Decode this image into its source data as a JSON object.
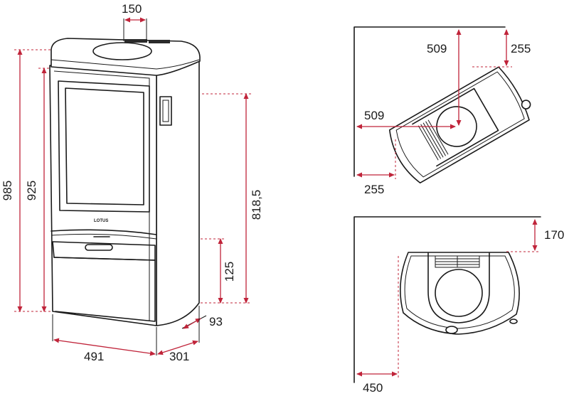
{
  "colors": {
    "dimension": "#c0243a",
    "outline": "#1a1a1a"
  },
  "brand": {
    "logo": "LOTUS"
  },
  "front_view": {
    "dim_top": "150",
    "dim_total_height": "985",
    "dim_body_height": "925",
    "dim_side_height": "818,5",
    "dim_outlet_height": "125",
    "dim_depth_offset": "93",
    "dim_width": "491",
    "dim_depth": "301"
  },
  "corner_view": {
    "dim_center_y": "509",
    "dim_wall_y": "255",
    "dim_center_x": "509",
    "dim_wall_x": "255"
  },
  "wall_view": {
    "dim_wall_back": "170",
    "dim_wall_side": "450"
  }
}
